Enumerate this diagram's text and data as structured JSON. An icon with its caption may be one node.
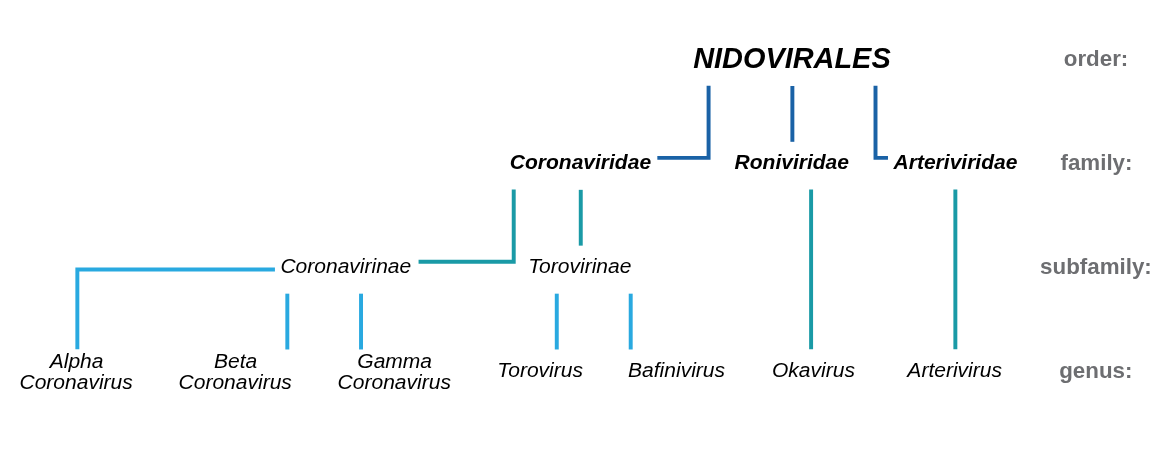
{
  "diagram": {
    "nodes": [
      {
        "text": [
          "NIDOVIRALES"
        ]
      },
      {
        "text": [
          "Coronaviridae"
        ]
      },
      {
        "text": [
          "Roniviridae"
        ]
      },
      {
        "text": [
          "Arteriviridae"
        ]
      },
      {
        "text": [
          "Coronavirinae"
        ]
      },
      {
        "text": [
          "Torovirinae"
        ]
      },
      {
        "text": [
          "Alpha Coronavirus"
        ]
      },
      {
        "text": [
          "Beta Coronavirus"
        ]
      },
      {
        "text": [
          "Gamma Coronavirus"
        ]
      },
      {
        "text": [
          "Torovirus"
        ]
      },
      {
        "text": [
          "Bafinivirus"
        ]
      },
      {
        "text": [
          "Okavirus"
        ]
      },
      {
        "text": [
          "Arterivirus"
        ]
      }
    ],
    "edges": [
      {
        "from": 0,
        "to": 1,
        "arrow": "none",
        "color": "#1a62a6"
      },
      {
        "from": 0,
        "to": 2,
        "arrow": "none",
        "color": "#1a62a6"
      },
      {
        "from": 0,
        "to": 3,
        "arrow": "none",
        "color": "#1a62a6"
      },
      {
        "from": 1,
        "to": 4,
        "arrow": "none",
        "color": "#1a9aa6"
      },
      {
        "from": 1,
        "to": 5,
        "arrow": "none",
        "color": "#1a9aa6"
      },
      {
        "from": 2,
        "to": 11,
        "arrow": "none",
        "color": "#1a9aa6"
      },
      {
        "from": 3,
        "to": 12,
        "arrow": "none",
        "color": "#1a9aa6"
      },
      {
        "from": 4,
        "to": 6,
        "arrow": "none"
      },
      {
        "from": 4,
        "to": 7,
        "arrow": "none"
      },
      {
        "from": 4,
        "to": 8,
        "arrow": "none"
      },
      {
        "from": 5,
        "to": 9,
        "arrow": "none"
      },
      {
        "from": 5,
        "to": 10,
        "arrow": "none"
      }
    ],
    "labels": [
      "order:",
      "family:",
      "subfamily:",
      "genus:"
    ]
  }
}
